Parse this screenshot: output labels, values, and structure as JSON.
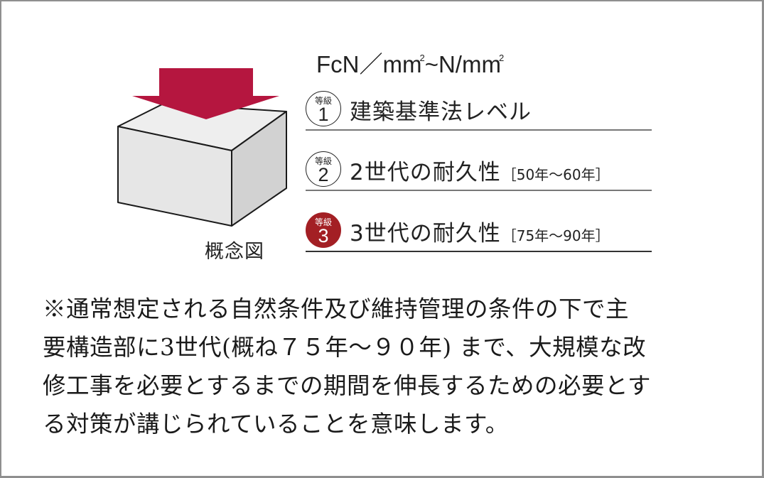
{
  "colors": {
    "arrow": "#b5163f",
    "badge_fill": "#a31f24",
    "cube_front": "#e6e6e6",
    "cube_top": "#eeeeee",
    "cube_side": "#d2d2d2",
    "frame": "#8f8f8f",
    "text": "#222222"
  },
  "diagram": {
    "caption": "概念図",
    "icons": [
      "down-arrow-icon",
      "cube-icon"
    ]
  },
  "unit_header": {
    "prefix": "FcN／mm",
    "sup1": "2",
    "middle": "~N/mm",
    "sup2": "2"
  },
  "grades": [
    {
      "badge_small": "等級",
      "badge_num": "1",
      "label": "建築基準法レベル",
      "years": "",
      "filled": false
    },
    {
      "badge_small": "等級",
      "badge_num": "2",
      "label": "2世代の耐久性",
      "years": "［50年～60年］",
      "filled": false
    },
    {
      "badge_small": "等級",
      "badge_num": "3",
      "label": "3世代の耐久性",
      "years": "［75年～90年］",
      "filled": true
    }
  ],
  "note": {
    "lines": [
      "※通常想定される自然条件及び維持管理の条件の下で主",
      "要構造部に3世代(概ね７５年～９０年) まで、大規模な改",
      "修工事を必要とするまでの期間を伸長するための必要とす",
      "る対策が講じられていることを意味します。"
    ]
  }
}
